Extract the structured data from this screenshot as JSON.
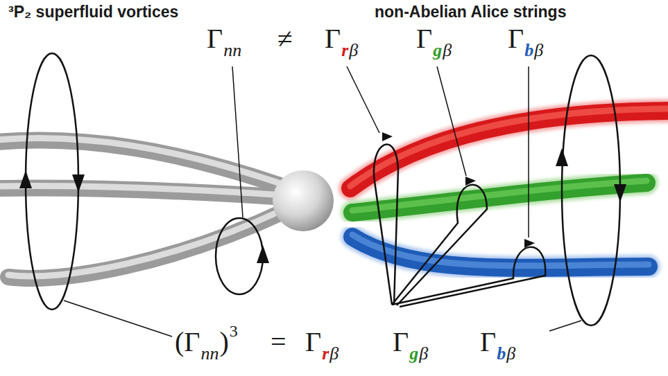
{
  "diagram": {
    "labels": [
      "³P₂ superfluid vortices",
      "non-Abelian Alice strings",
      "Γ",
      "nn",
      "≠",
      "Γ",
      "r",
      "β",
      "Γ",
      "g",
      "β",
      "Γ",
      "b",
      "β",
      "(Γ",
      "nn",
      ")",
      "3",
      "=",
      "Γ",
      "r",
      "β",
      "Γ",
      "g",
      "β",
      "Γ",
      "b",
      "β"
    ]
  }
}
